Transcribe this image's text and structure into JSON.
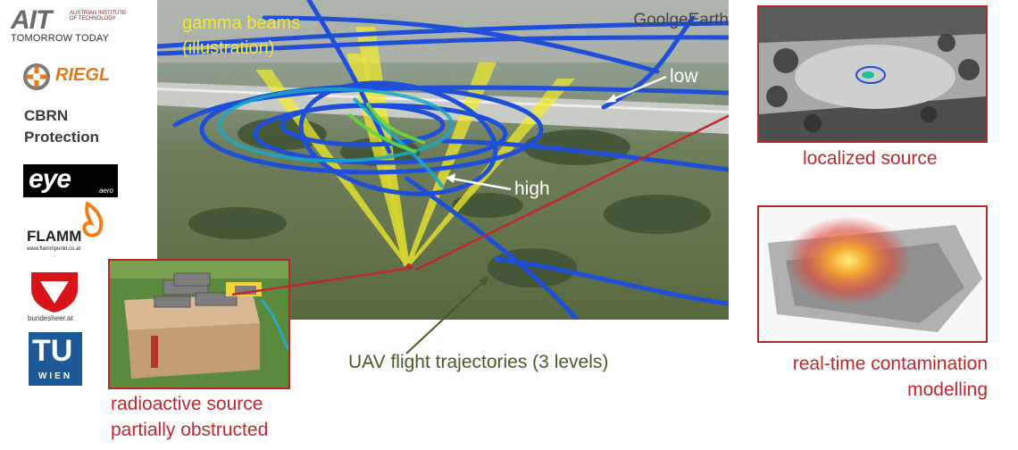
{
  "logos": {
    "ait_name": "AIT",
    "ait_subtitle": "AUSTRIAN INSTITUTE OF TECHNOLOGY",
    "ait_tagline": "TOMORROW TODAY",
    "riegl": "RIEGL",
    "cbrn_line1": "CBRN",
    "cbrn_line2": "Protection",
    "eye": "eye",
    "eye_aero": "aero",
    "flamm": "FLAMM",
    "flamm_url": "www.flammpunkt.co.at",
    "bundesheer": "bundesheer.at",
    "tu": "TU",
    "tu_wien": "WIEN"
  },
  "scene": {
    "gamma_line1": "gamma beams",
    "gamma_line2": "(illustration)",
    "google_earth": "GoolgeEarth",
    "low": "low",
    "high": "high"
  },
  "labels": {
    "uav": "UAV flight trajectories (3 levels)",
    "source_line1": "radioactive source",
    "source_line2": "partially obstructed",
    "localized": "localized source",
    "realtime_line1": "real-time contamination",
    "realtime_line2": "modelling"
  },
  "colors": {
    "accent_red": "#c0282e",
    "trajectory_blue": "#1f4fd8",
    "beam_yellow": "#f4ee2a",
    "label_green": "#445d28"
  }
}
